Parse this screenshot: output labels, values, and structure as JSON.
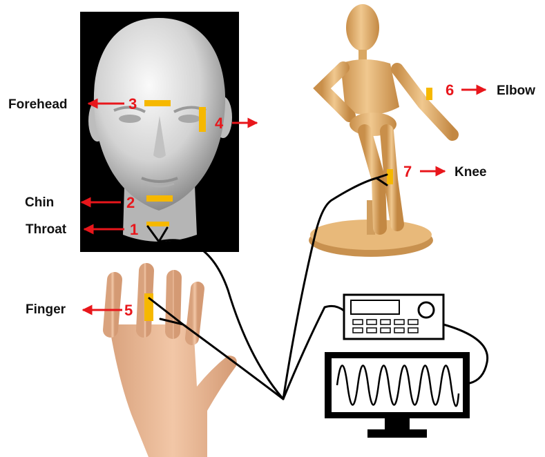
{
  "colors": {
    "arrow": "#e8161b",
    "sensor": "#f6b800",
    "wire": "#000000",
    "head_background": "#000000"
  },
  "sites": [
    {
      "number": "1",
      "label": "Throat"
    },
    {
      "number": "2",
      "label": "Chin"
    },
    {
      "number": "3",
      "label": "Forehead"
    },
    {
      "number": "4",
      "label": ""
    },
    {
      "number": "5",
      "label": "Finger"
    },
    {
      "number": "6",
      "label": "Elbow"
    },
    {
      "number": "7",
      "label": "Knee"
    }
  ],
  "images": [
    {
      "name": "head-model-image",
      "icon": "mannequin-head"
    },
    {
      "name": "hand-image",
      "icon": "open-hand"
    },
    {
      "name": "wooden-figure-image",
      "icon": "wooden-mannequin"
    },
    {
      "name": "function-generator-icon",
      "icon": "signal-generator"
    },
    {
      "name": "monitor-icon",
      "icon": "oscilloscope-monitor"
    }
  ]
}
